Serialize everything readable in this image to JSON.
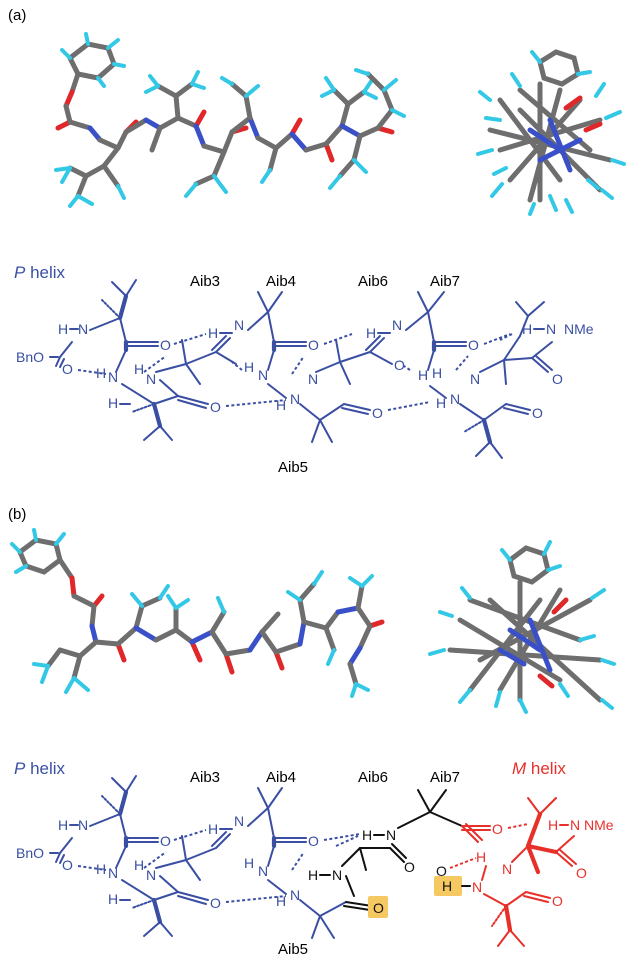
{
  "panels": [
    {
      "label": "(a)",
      "helix_label": {
        "italic": "P",
        "rest": " helix"
      },
      "residues": [
        "Aib3",
        "Aib4",
        "Aib6",
        "Aib7"
      ],
      "bottom_residue": "Aib5",
      "end_groups": {
        "left": "BnO",
        "right": "NMe"
      }
    },
    {
      "label": "(b)",
      "helix_label": {
        "italic": "P",
        "rest": " helix"
      },
      "helix_label_right": {
        "italic": "M",
        "rest": " helix"
      },
      "residues": [
        "Aib3",
        "Aib4",
        "Aib6",
        "Aib7"
      ],
      "bottom_residue": "Aib5",
      "end_groups": {
        "left": "BnO",
        "right": "NMe"
      },
      "highlighted_atoms": [
        "O",
        "H"
      ]
    }
  ],
  "atoms": {
    "nh": "N",
    "h": "H",
    "o": "O"
  },
  "colors": {
    "p_helix": "#3a4fa3",
    "m_helix": "#e8302a",
    "achiral": "#111111",
    "highlight": "#f5c861"
  }
}
